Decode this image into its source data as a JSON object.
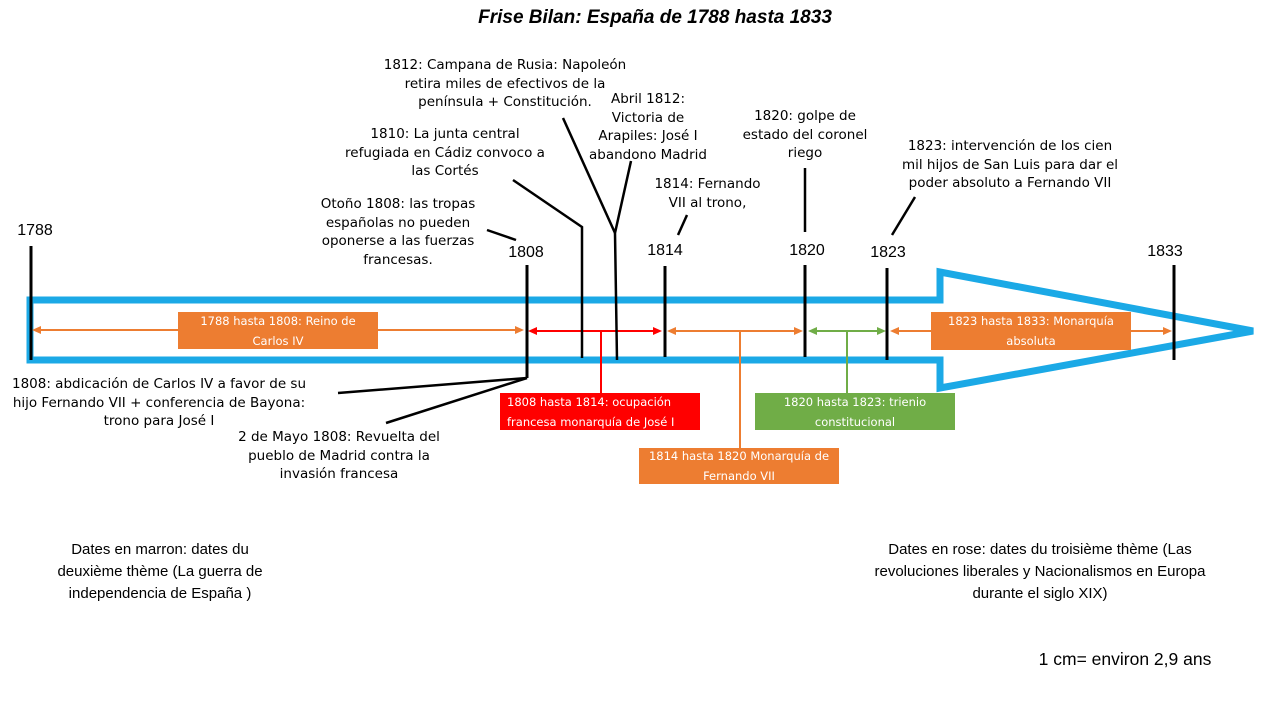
{
  "title": "Frise Bilan: España de 1788 hasta 1833",
  "years": {
    "y1788": "1788",
    "y1808": "1808",
    "y1814": "1814",
    "y1820": "1820",
    "y1823": "1823",
    "y1833": "1833"
  },
  "events_above": {
    "otono_1808": [
      "Otoño 1808: las tropas",
      "españolas no pueden",
      "oponerse a las fuerzas",
      "francesas."
    ],
    "junta_1810": [
      "1810: La junta central",
      "refugiada en Cádiz convoco a",
      "las Cortés"
    ],
    "rusia_1812": [
      "1812: Campana de Rusia: Napoleón",
      "retira miles de efectivos de la",
      "península + Constitución."
    ],
    "arapiles_1812": [
      "Abril 1812:",
      "Victoria de",
      "Arapiles: José I",
      "abandono Madrid"
    ],
    "fernando_1814": [
      "1814: Fernando",
      "VII al trono,"
    ],
    "riego_1820": [
      "1820: golpe de",
      "estado del coronel",
      "riego"
    ],
    "san_luis_1823": [
      "1823: intervención de los cien",
      "mil hijos de San Luis para dar el",
      "poder absoluto a Fernando VII"
    ]
  },
  "events_below": {
    "abdicacion_1808": [
      "1808: abdicación de Carlos IV a favor de su",
      "hijo Fernando VII + conferencia de Bayona:",
      "trono para José I"
    ],
    "mayo_1808": [
      "2 de Mayo 1808: Revuelta del",
      "pueblo de Madrid contra la",
      "invasión francesa"
    ]
  },
  "periods": {
    "reino_carlos": [
      "1788 hasta 1808: Reino de",
      "Carlos IV"
    ],
    "ocupacion": [
      "1808 hasta 1814: ocupación",
      "francesa monarquía de José I"
    ],
    "fernando": [
      "1814 hasta 1820 Monarquía de",
      "Fernando VII"
    ],
    "trienio": [
      "1820 hasta 1823: trienio",
      "constitucional"
    ],
    "absoluta": [
      "1823 hasta 1833: Monarquía",
      "absoluta"
    ]
  },
  "notes": {
    "marron": [
      "Dates en marron: dates du",
      "deuxième thème (La guerra de",
      "independencia de España )"
    ],
    "rose": [
      "Dates en rose: dates du troisième thème (Las",
      "revoluciones liberales y Nacionalismos en Europa",
      "durante el siglo XIX)"
    ],
    "scale": "1 cm= environ 2,9 ans"
  },
  "colors": {
    "arrow": "#1ba9e6",
    "orange": "#ed7d31",
    "red": "#ff0000",
    "green": "#70ad47",
    "ink": "#000000"
  }
}
